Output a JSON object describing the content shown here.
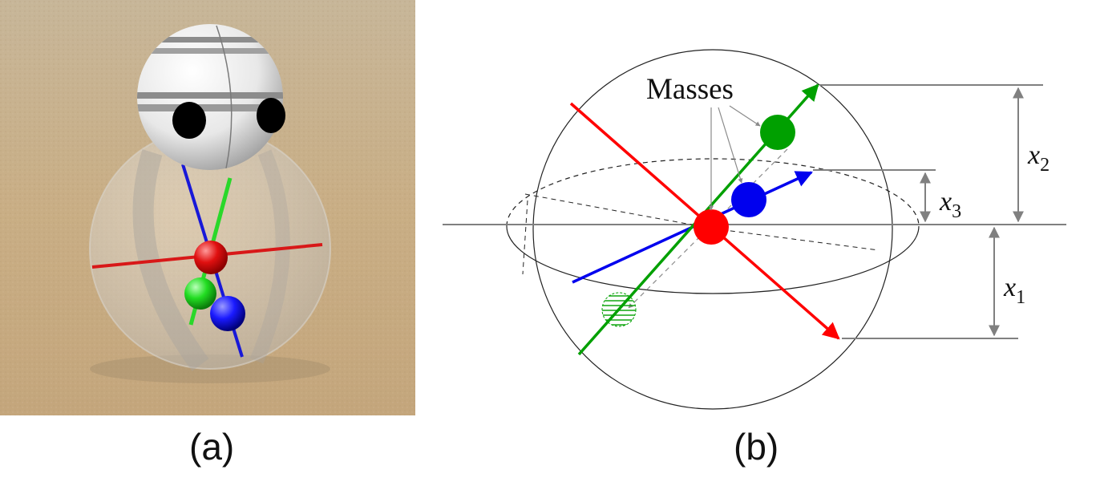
{
  "panel_a": {
    "caption": "(a)"
  },
  "panel_b": {
    "caption": "(b)",
    "masses_label": "Masses",
    "x1": {
      "var": "x",
      "sub": "1"
    },
    "x2": {
      "var": "x",
      "sub": "2"
    },
    "x3": {
      "var": "x",
      "sub": "3"
    }
  },
  "colors": {
    "red": "#ff0000",
    "green": "#00a000",
    "blue": "#0000ee",
    "sand": "#c9b08a",
    "guide_gray": "#808080"
  }
}
